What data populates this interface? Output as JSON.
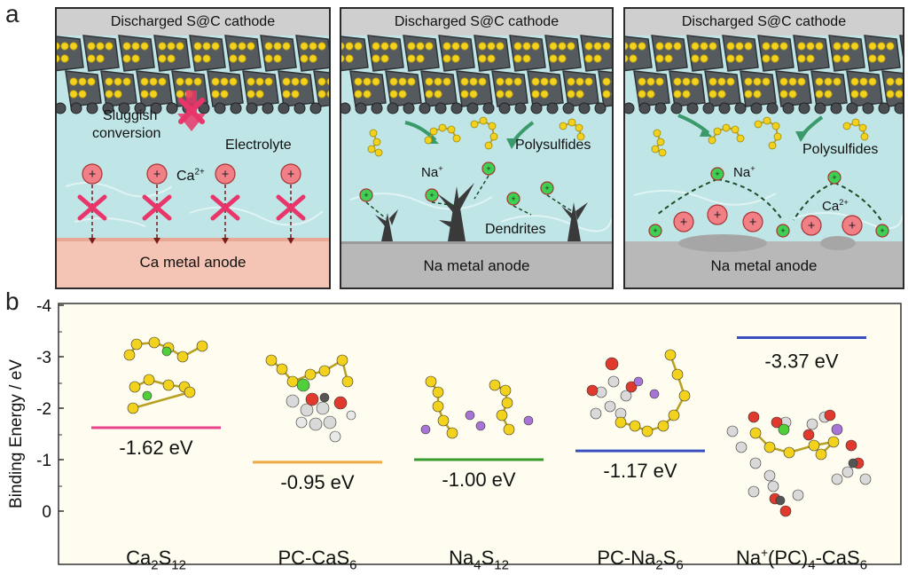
{
  "panel_a": {
    "letter": "a",
    "panels": [
      {
        "title": "Discharged S@C cathode",
        "anode": "Ca metal anode",
        "labels": {
          "sluggish": "Sluggish",
          "conversion": "conversion",
          "electrolyte": "Electrolyte",
          "ion": "Ca",
          "ion_charge": "2+",
          "plus": "+"
        }
      },
      {
        "title": "Discharged S@C cathode",
        "anode": "Na metal anode",
        "labels": {
          "polysulfides": "Polysulfides",
          "ion": "Na",
          "ion_charge": "+",
          "dendrites": "Dendrites",
          "plus": "+"
        }
      },
      {
        "title": "Discharged S@C cathode",
        "anode": "Na metal anode",
        "labels": {
          "polysulfides": "Polysulfides",
          "ion": "Na",
          "ion_charge": "+",
          "ion2": "Ca",
          "ion2_charge": "2+",
          "plus": "+"
        }
      }
    ]
  },
  "panel_b": {
    "letter": "b"
  },
  "colors": {
    "electrolyte": "#bfe5e6",
    "carbon": "#555a5e",
    "sulfur": "#f2d21c",
    "ca_anode": "#f4c4b4",
    "na_anode": "#b8b8b8",
    "cross": "#e8366a",
    "ca_ion": "#f07f86",
    "na_ion": "#3fcf52",
    "arrow_green": "#3b9a6c"
  },
  "chart_data": {
    "type": "bar",
    "ylabel": "Binding Energy / eV",
    "ylim": [
      0,
      -4
    ],
    "yticks": [
      0,
      -1,
      -2,
      -3,
      -4
    ],
    "grid": false,
    "categories": [
      {
        "main": "Ca",
        "sub1": "2",
        "mid": "S",
        "sub2": "12",
        "tail": ""
      },
      {
        "main": "PC-CaS",
        "sub1": "6",
        "mid": "",
        "sub2": "",
        "tail": ""
      },
      {
        "main": "Na",
        "sub1": "4",
        "mid": "S",
        "sub2": "12",
        "tail": ""
      },
      {
        "main": "PC-Na",
        "sub1": "2",
        "mid": "S",
        "sub2": "6",
        "tail": ""
      },
      {
        "main": "Na",
        "sup": "+",
        "mid": "(PC)",
        "sub1": "4",
        "tail": "-CaS",
        "sub2": "6"
      }
    ],
    "values": [
      -1.62,
      -0.95,
      -1.0,
      -1.17,
      -3.37
    ],
    "value_labels": [
      "-1.62 eV",
      "-0.95 eV",
      "-1.00 eV",
      "-1.17 eV",
      "-3.37 eV"
    ],
    "bar_colors": [
      "#e8428a",
      "#f0a847",
      "#3a9a2e",
      "#3a4fbf",
      "#3a4fbf"
    ]
  }
}
